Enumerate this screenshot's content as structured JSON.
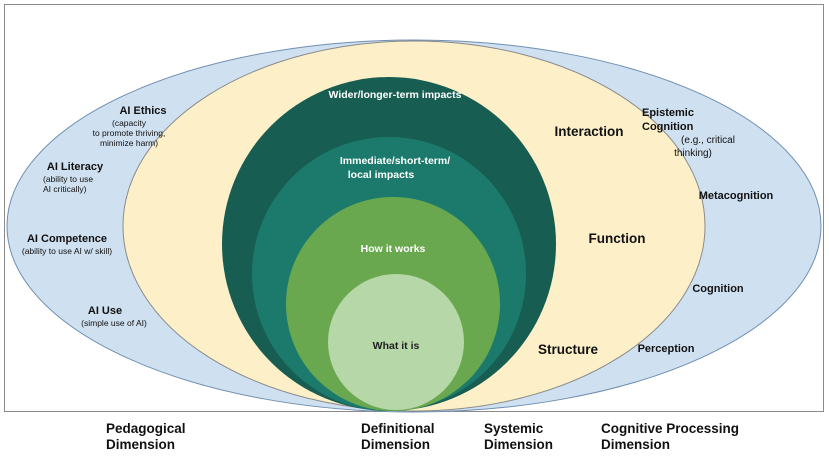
{
  "pedagogical": {
    "items": [
      {
        "title": "AI Ethics",
        "desc": [
          "(capacity",
          "to promote thriving,",
          "minimize harm)"
        ]
      },
      {
        "title": "AI Literacy",
        "desc": [
          "(ability to use",
          "AI critically)"
        ]
      },
      {
        "title": "AI Competence",
        "desc": [
          "(ability to use AI w/ skill)"
        ]
      },
      {
        "title": "AI Use",
        "desc": [
          "(simple use of AI)"
        ]
      }
    ]
  },
  "systemic": {
    "items": [
      "Interaction",
      "Function",
      "Structure"
    ]
  },
  "definitional": {
    "levels": [
      "Wider/longer-term impacts",
      "Immediate/short-term/",
      "local impacts",
      "How it works",
      "What it is"
    ]
  },
  "cognitive": {
    "items": [
      {
        "title": [
          "Epistemic",
          "Cognition"
        ],
        "desc": [
          "(e.g., critical",
          "thinking)"
        ]
      },
      {
        "title": [
          "Metacognition"
        ],
        "desc": []
      },
      {
        "title": [
          "Cognition"
        ],
        "desc": []
      },
      {
        "title": [
          "Perception"
        ],
        "desc": []
      }
    ]
  },
  "footer": {
    "pedagogical": [
      "Pedagogical",
      "Dimension"
    ],
    "definitional": [
      "Definitional",
      "Dimension"
    ],
    "systemic": [
      "Systemic",
      "Dimension"
    ],
    "cognitive": [
      "Cognitive Processing",
      "Dimension"
    ]
  },
  "colors": {
    "outer_ellipse": "#cfe0f1",
    "inner_ellipse": "#fdf0c9",
    "circle_1": "#175d52",
    "circle_2": "#1b7a6c",
    "circle_3": "#6aa84f",
    "circle_4": "#b6d7a8"
  }
}
